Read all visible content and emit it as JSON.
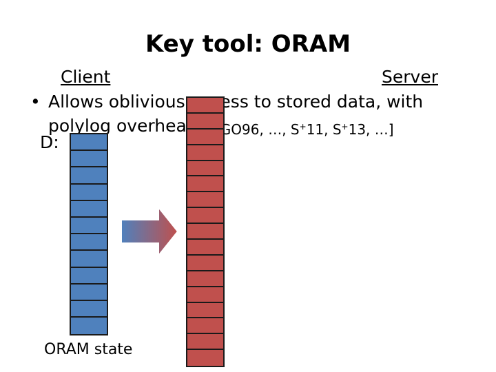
{
  "slide": {
    "title": "Key tool: ORAM",
    "client_label": "Client",
    "server_label": "Server",
    "bullet_line1": "Allows oblivious access to stored data, with",
    "bullet_line2": "polylog overhead",
    "d_label": "D:",
    "refs": {
      "text1": "[GO96, …, S",
      "sup1": "+",
      "text2": "11,  S",
      "sup2": "+",
      "text3": "13, …]"
    },
    "oram_state_label": "ORAM state"
  },
  "colors": {
    "client_blocks": "#4f81bd",
    "server_blocks": "#c0504d",
    "arrow_from": "#4f81bd",
    "arrow_to": "#c0504d"
  },
  "diagram": {
    "client_block_count": 12,
    "server_block_count": 17
  }
}
